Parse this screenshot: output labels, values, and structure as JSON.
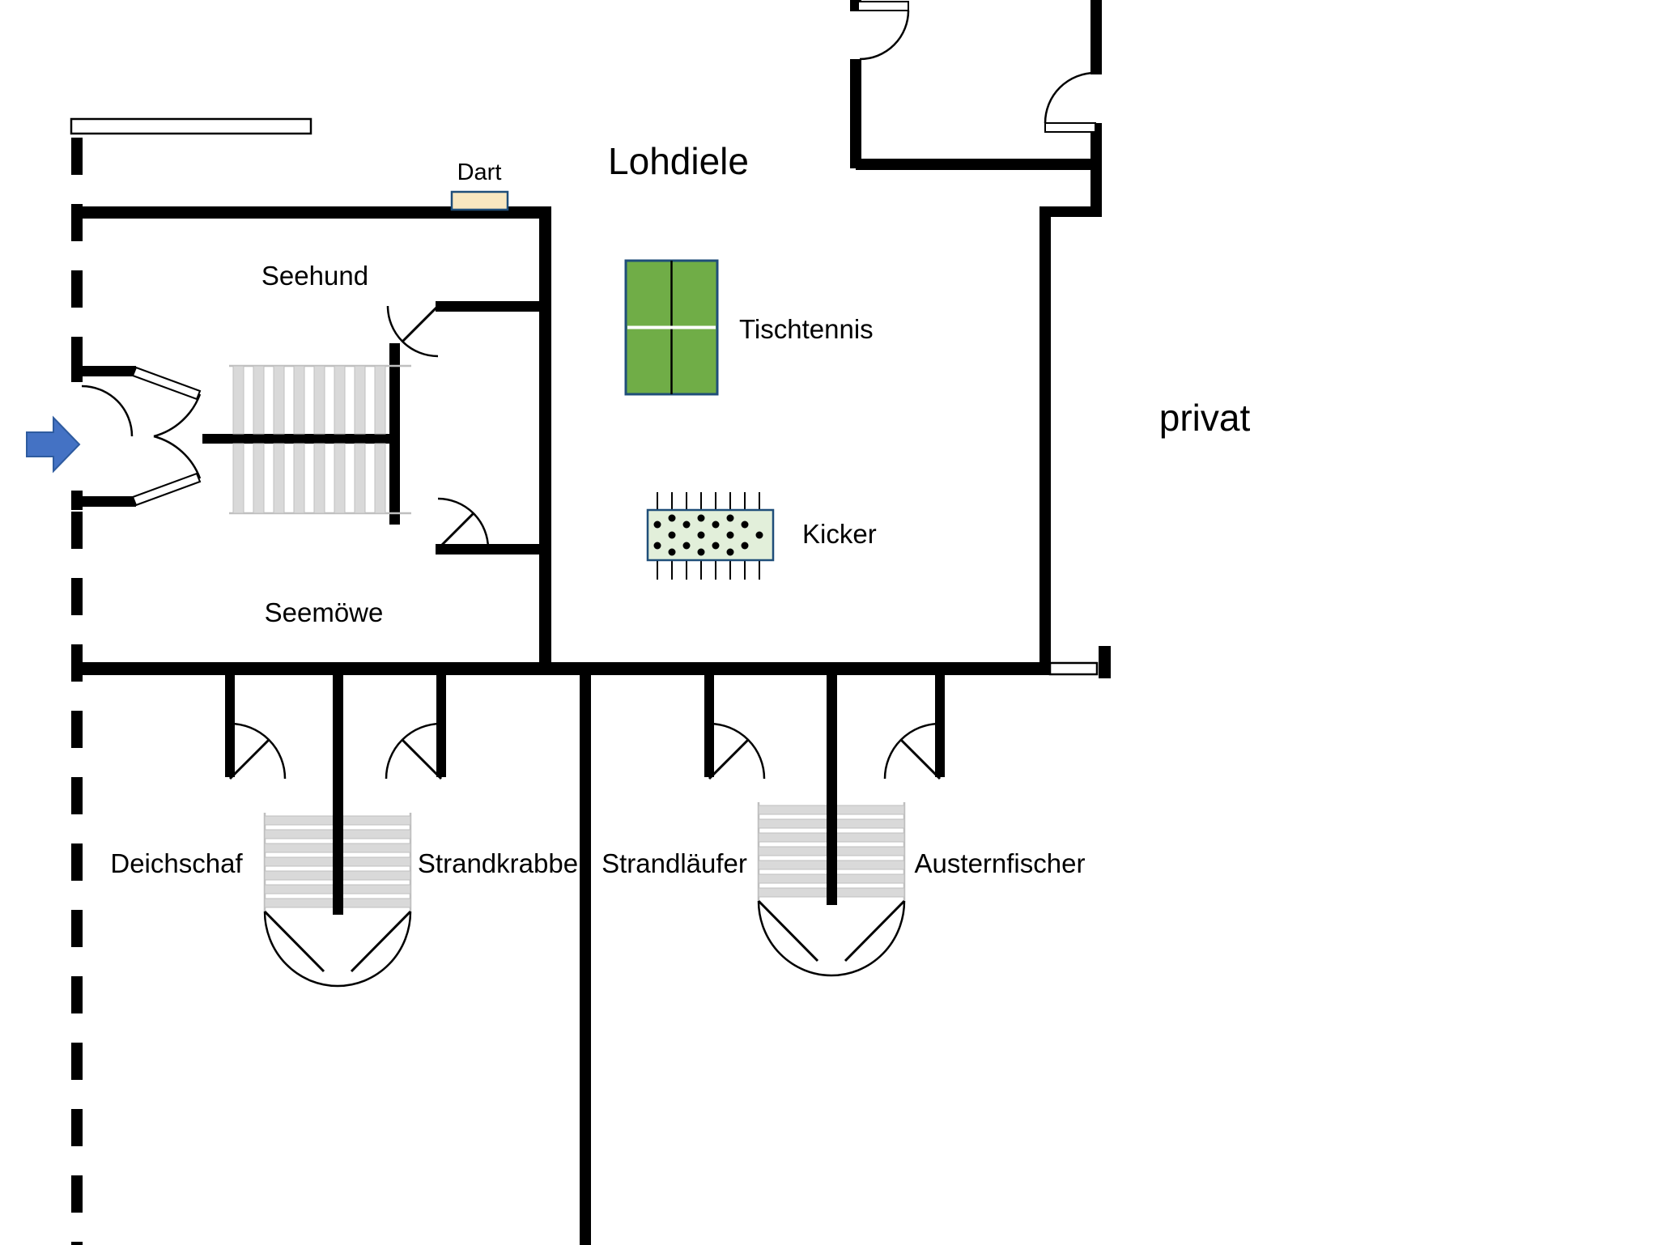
{
  "plan": {
    "rooms": {
      "lohdiele": "Lohdiele",
      "seehund": "Seehund",
      "seemoewe": "Seemöwe",
      "deichschaf": "Deichschaf",
      "strandkrabbe": "Strandkrabbe",
      "strandlaeufer": "Strandläufer",
      "austernfischer": "Austernfischer",
      "privat": "privat"
    },
    "features": {
      "dart": "Dart",
      "tischtennis": "Tischtennis",
      "kicker": "Kicker"
    }
  },
  "colors": {
    "wall": "#000000",
    "stair-tread": "#d9d9d9",
    "stair-edge": "#bfbfbf",
    "table-border": "#1f4e79",
    "tischtennis-fill": "#70ad47",
    "kicker-fill": "#e2efda",
    "dart-fill": "#f8e7c0",
    "arrow-fill": "#4472c4",
    "arrow-stroke": "#2e5b9f"
  }
}
